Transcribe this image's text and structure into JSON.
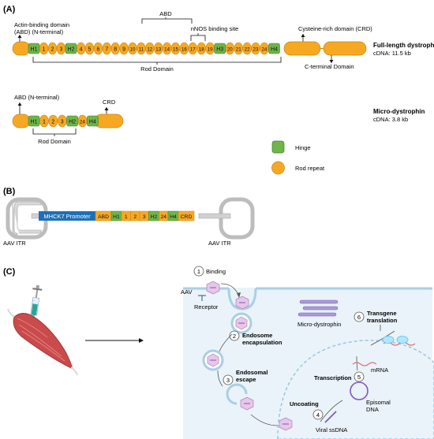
{
  "panel_a": {
    "label": "(A)",
    "abd_n_terminal": [
      "Actin-binding domain",
      "(ABD) (N-terminal)"
    ],
    "abd": "ABD",
    "nnos": "nNOS binding site",
    "crd": "Cysteine-rich domain (CRD)",
    "c_terminal": "C-terminal Domain",
    "rod_domain": "Rod Domain",
    "full_title": "Full-length dystrophin",
    "full_cdna": "cDNA: 11.5 kb",
    "full_units": [
      "H1",
      "1",
      "2",
      "3",
      "H2",
      "4",
      "5",
      "6",
      "7",
      "8",
      "9",
      "10",
      "11",
      "12",
      "13",
      "14",
      "15",
      "16",
      "17",
      "18",
      "19",
      "H3",
      "20",
      "21",
      "22",
      "23",
      "24",
      "H4"
    ],
    "micro_abd": "ABD (N-terminal)",
    "micro_crd": "CRD",
    "micro_rod": "Rod Domain",
    "micro_title": "Micro-dystrophin",
    "micro_cdna": "cDNA: 3.8 kb",
    "micro_units": [
      "H1",
      "1",
      "2",
      "3",
      "H2",
      "24",
      "H4"
    ],
    "legend_hinge": "Hinge",
    "legend_rod": "Rod repeat"
  },
  "panel_b": {
    "label": "(B)",
    "promoter": "MHCK7 Promoter",
    "units": [
      "ABD",
      "H1",
      "1",
      "2",
      "3",
      "H2",
      "24",
      "H4",
      "CRD"
    ],
    "itr_left": "AAV ITR",
    "itr_right": "AAV ITR"
  },
  "panel_c": {
    "label": "(C)",
    "aav": "AAV",
    "receptor": "Receptor",
    "steps": [
      {
        "num": "1",
        "lines": [
          "Binding"
        ]
      },
      {
        "num": "2",
        "lines": [
          "Endosome",
          "encapsulation"
        ]
      },
      {
        "num": "3",
        "lines": [
          "Endosomal",
          "escape"
        ]
      },
      {
        "num": "4",
        "lines": [
          "Uncoating"
        ]
      },
      {
        "num": "5",
        "lines": [
          "Transcription"
        ]
      },
      {
        "num": "6",
        "lines": [
          "Transgene",
          "translation"
        ]
      }
    ],
    "micro_dystrophin": "Micro-dystrophin",
    "mrna": "mRNA",
    "episomal": [
      "Episomal",
      "DNA"
    ],
    "viral_ssdna": "Viral ssDNA"
  },
  "colors": {
    "orange": "#F7A823",
    "orange_stroke": "#C98512",
    "green": "#6EB54A",
    "green_stroke": "#3E7F2A",
    "blue": "#1E6FB8",
    "cell": "#E9F3F9",
    "membrane": "#A9CFE6",
    "gray": "#BDBDBD"
  }
}
